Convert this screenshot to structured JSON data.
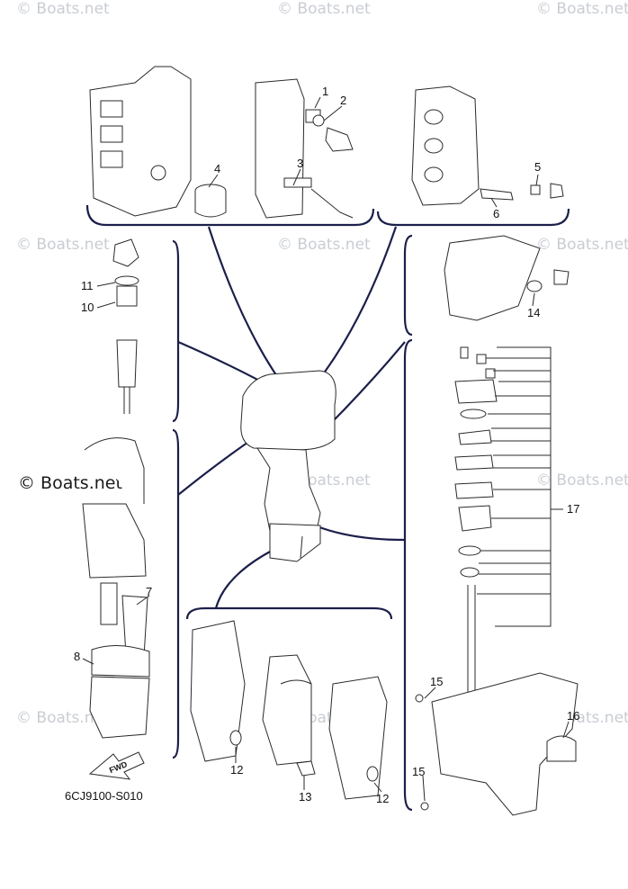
{
  "watermarks": [
    {
      "text": "© Boats.net"
    },
    {
      "text": "© Boats.net"
    },
    {
      "text": "© Boats.net"
    },
    {
      "text": "© Boats.net"
    },
    {
      "text": "© Boats.net"
    },
    {
      "text": "© Boats.net"
    },
    {
      "text": "© Boats.net"
    },
    {
      "text": "© Boats.net"
    },
    {
      "text": "© Boats.net"
    },
    {
      "text": "© Boats.net"
    },
    {
      "text": "© Boats.net"
    }
  ],
  "watermark_bold": "© Boats.net",
  "drawing_code": "6CJ9100-S010",
  "fwd_label": "FWD",
  "callouts": [
    "1",
    "2",
    "3",
    "4",
    "5",
    "6",
    "7",
    "8",
    "10",
    "11",
    "12",
    "12",
    "13",
    "14",
    "15",
    "15",
    "16",
    "17"
  ],
  "colors": {
    "line": "#1c1f4a",
    "part": "#2a2a2a",
    "watermark": "#c9cdd3"
  }
}
